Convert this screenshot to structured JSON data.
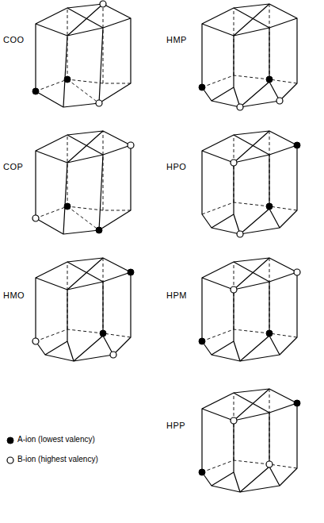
{
  "diagram": {
    "labels": [
      "COO",
      "HMP",
      "COP",
      "HPO",
      "HMO",
      "HPM",
      "HPP"
    ],
    "legend": [
      {
        "text": "A-ion (lowest valency)"
      },
      {
        "text": "B-ion (highest valency)"
      }
    ]
  }
}
